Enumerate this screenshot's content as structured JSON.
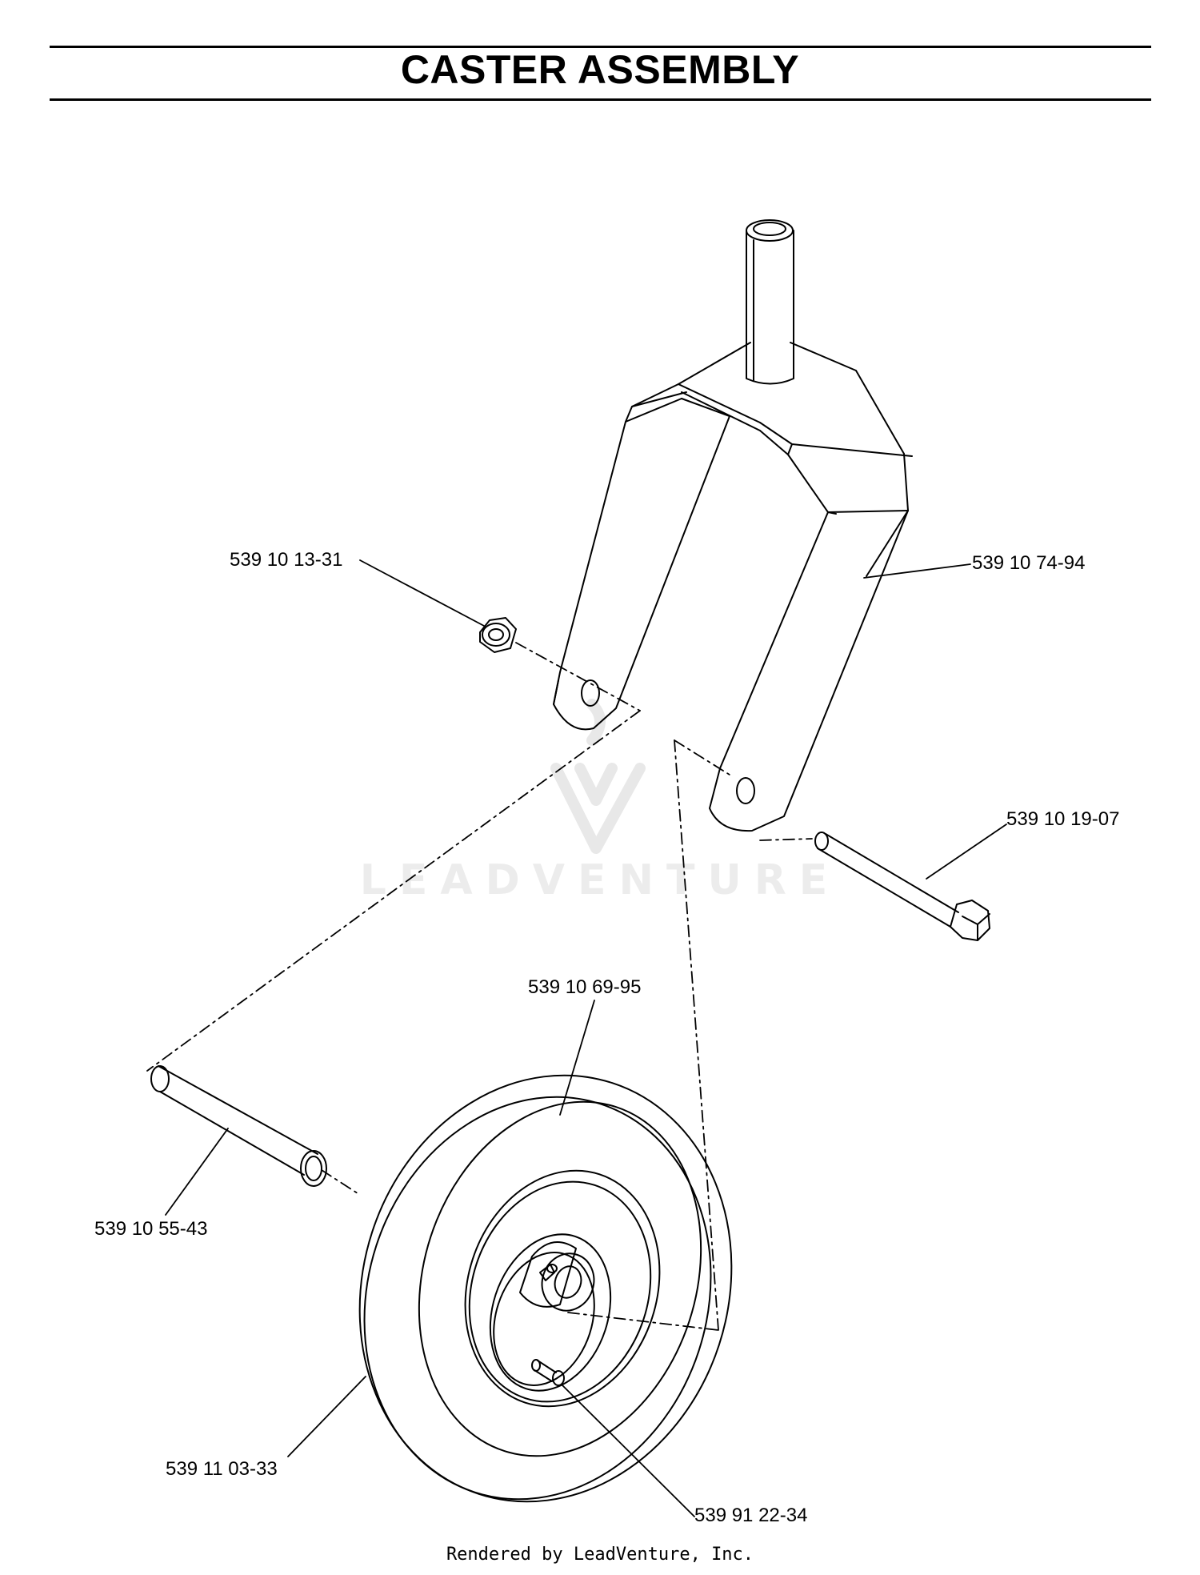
{
  "title": "CASTER ASSEMBLY",
  "watermark": "LEADVENTURE",
  "footer": "Rendered by LeadVenture, Inc.",
  "parts": {
    "lock_nut": "539 10 13-31",
    "caster_fork": "539 10 74-94",
    "bolt": "539 10 19-07",
    "tire_wheel": "539 10 69-95",
    "spacer_tube": "539 10 55-43",
    "tire": "539 11 03-33",
    "grease_fitting": "539 91 22-34"
  }
}
